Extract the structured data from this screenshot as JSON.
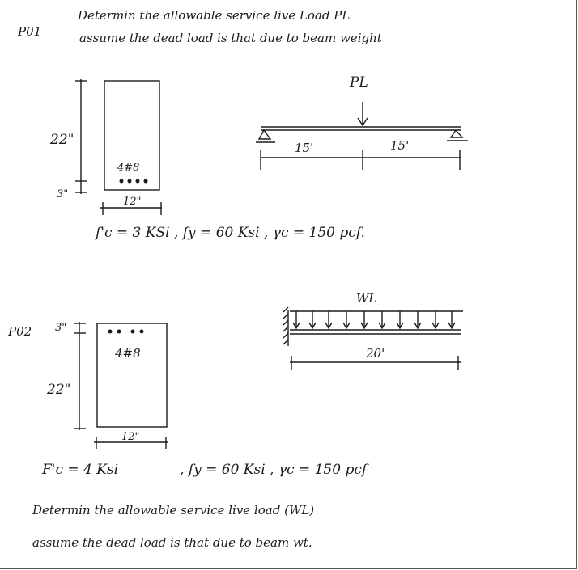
{
  "p1": {
    "label": "P01",
    "line1": "Determin the allowable service live Load  PL",
    "line2": "assume  the dead  load is that due to beam  weight",
    "dim_height": "22\"",
    "dim_bottom": "3\"",
    "dim_width": "12\"",
    "bars": "4#8",
    "load_label": "PL",
    "span_left": "15'",
    "span_right": "15'",
    "props": "f'c = 3 KSi ,  fy = 60 Ksi ,  γc = 150 pcf."
  },
  "p2": {
    "label": "P02",
    "dim_top": "3\"",
    "dim_height": "22\"",
    "dim_width": "12\"",
    "bars": "4#8",
    "load_label": "WL",
    "span": "20'",
    "props_fc": "F'c = 4 Ksi",
    "props_rest": ",  fy = 60 Ksi ,   γc = 150 pcf",
    "line1": "Determin  the  allowable   service   live  load  (WL)",
    "line2": "assume      the  dead  load    is  that   due  to  beam  wt."
  }
}
